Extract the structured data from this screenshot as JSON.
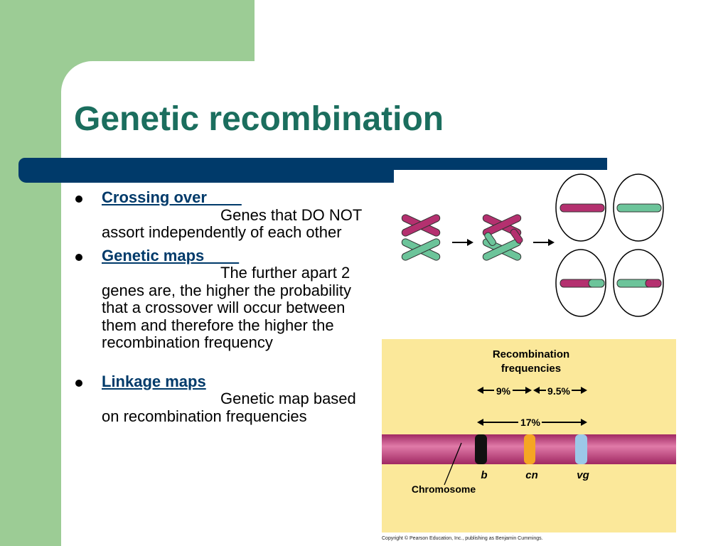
{
  "slide": {
    "title": "Genetic recombination",
    "bullets": [
      {
        "term": "Crossing over        ",
        "text": "Genes that DO NOT assort independently of each other"
      },
      {
        "term": "Genetic maps        ",
        "text": "The further apart 2 genes are, the higher the probability that a crossover will occur between them and therefore the higher the recombination frequency"
      },
      {
        "term": "Linkage maps",
        "text": "Genetic map based on recombination frequencies"
      }
    ]
  },
  "figure": {
    "heading_line1": "Recombination",
    "heading_line2": "frequencies",
    "freq_b_cn": "9%",
    "freq_cn_vg": "9.5%",
    "freq_b_vg": "17%",
    "gene_b": "b",
    "gene_cn": "cn",
    "gene_vg": "vg",
    "chromosome_label": "Chromosome",
    "copyright": "Copyright © Pearson Education, Inc., publishing as Benjamin Cummings."
  },
  "colors": {
    "background_green": "#9ccc95",
    "title_teal": "#1b6e5e",
    "navy_bar": "#003a6a",
    "chromosome_magenta": "#b4306f",
    "chromosome_green": "#6cc49a",
    "panel_yellow": "#fbe89a",
    "marker_orange": "#f5a623",
    "marker_blue": "#9cc8e8"
  }
}
